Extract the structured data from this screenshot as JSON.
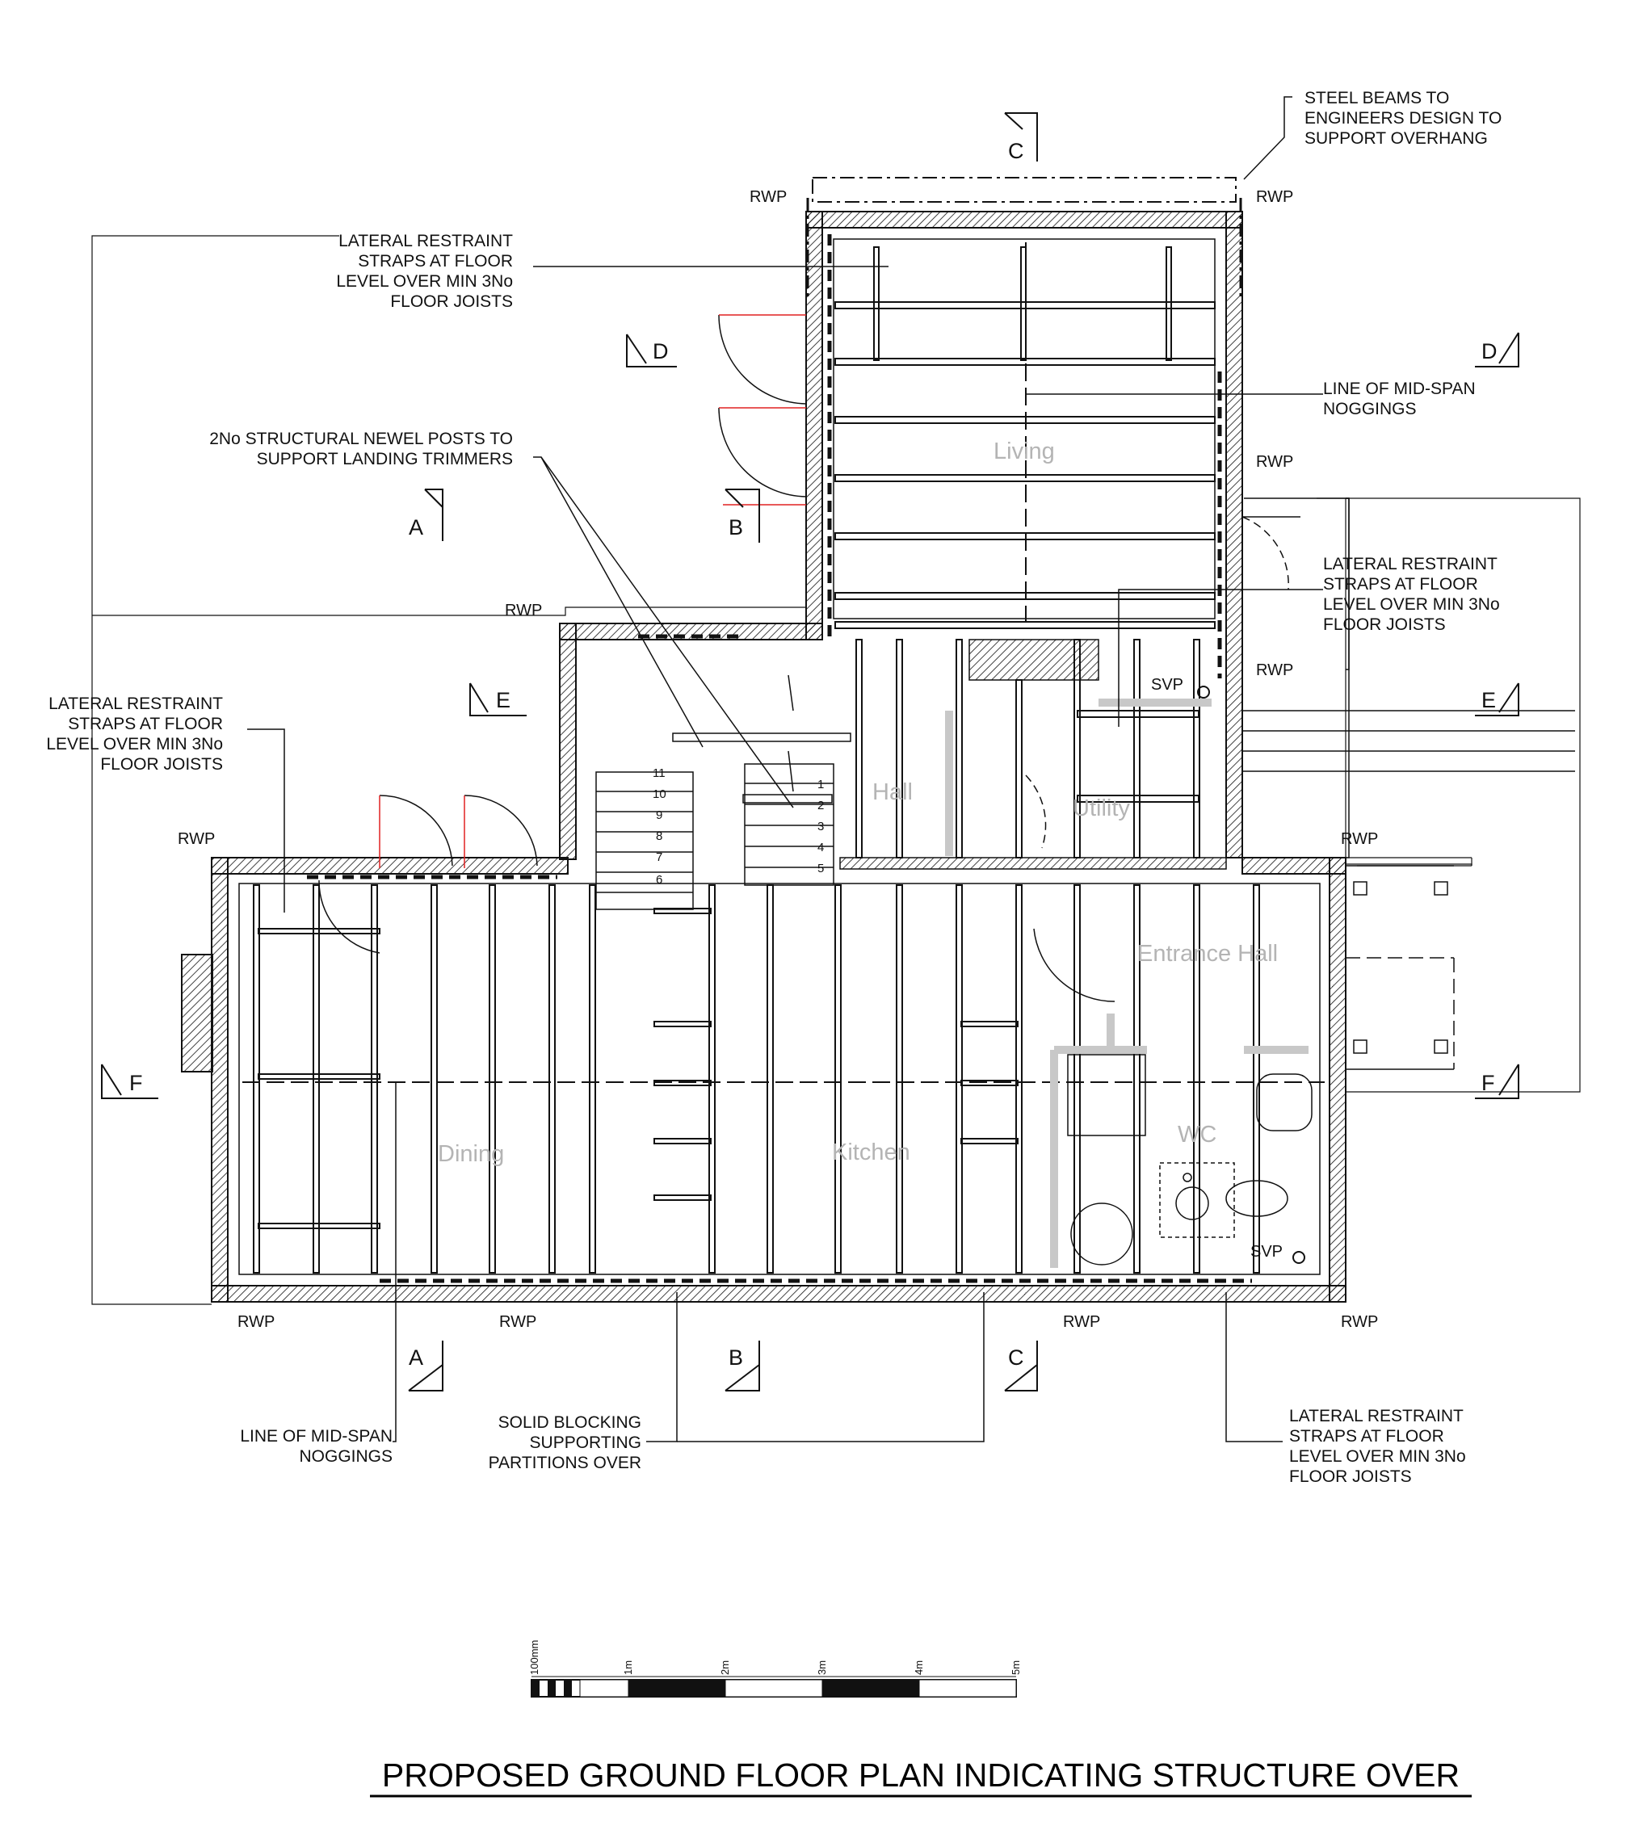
{
  "drawing": {
    "title": "PROPOSED GROUND FLOOR PLAN INDICATING STRUCTURE OVER",
    "rooms": {
      "living": "Living",
      "hall": "Hall",
      "utility": "Utility",
      "entrance_hall": "Entrance Hall",
      "dining": "Dining",
      "kitchen": "Kitchen",
      "wc": "WC"
    },
    "tags": {
      "rwp": "RWP",
      "svp": "SVP"
    },
    "notes": {
      "steel_beams": [
        "STEEL BEAMS TO",
        "ENGINEERS DESIGN TO",
        "SUPPORT OVERHANG"
      ],
      "restraint_top": [
        "LATERAL RESTRAINT",
        "STRAPS AT FLOOR",
        "LEVEL OVER MIN 3No",
        "FLOOR JOISTS"
      ],
      "newel_posts": [
        "2No STRUCTURAL NEWEL POSTS TO",
        "SUPPORT LANDING TRIMMERS"
      ],
      "mid_span_right": [
        "LINE OF MID-SPAN",
        "NOGGINGS"
      ],
      "restraint_right": [
        "LATERAL RESTRAINT",
        "STRAPS AT FLOOR",
        "LEVEL OVER MIN 3No",
        "FLOOR JOISTS"
      ],
      "restraint_left": [
        "LATERAL RESTRAINT",
        "STRAPS AT FLOOR",
        "LEVEL OVER MIN 3No",
        "FLOOR JOISTS"
      ],
      "mid_span_bottom": [
        "LINE OF MID-SPAN",
        "NOGGINGS"
      ],
      "solid_blocking": [
        "SOLID BLOCKING",
        "SUPPORTING",
        "PARTITIONS OVER"
      ],
      "restraint_bottom": [
        "LATERAL RESTRAINT",
        "STRAPS AT FLOOR",
        "LEVEL OVER MIN 3No",
        "FLOOR JOISTS"
      ]
    },
    "sections": [
      "A",
      "B",
      "C",
      "D",
      "E",
      "F"
    ],
    "stair_numbers": [
      "1",
      "2",
      "3",
      "4",
      "5",
      "6",
      "7",
      "8",
      "9",
      "10",
      "11"
    ],
    "scale_bar": {
      "labels": [
        "100mm",
        "1m",
        "2m",
        "3m",
        "4m",
        "5m"
      ]
    },
    "colors": {
      "ink": "#111111",
      "room_label": "#b4b4b4",
      "door_swing_red": "#e02020",
      "partition_grey": "#c8c8c8"
    }
  }
}
